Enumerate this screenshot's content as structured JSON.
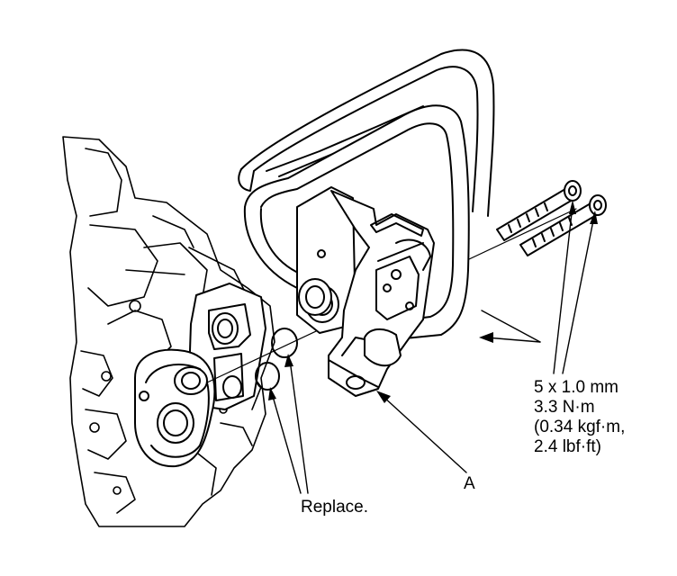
{
  "labels": {
    "part_a": "A",
    "replace": "Replace.",
    "bolt_spec": {
      "size": "5 x 1.0 mm",
      "torque_nm": "3.3 N·m",
      "torque_kgf": "(0.34 kgf·m,",
      "torque_lbf": "2.4 lbf·ft)"
    }
  },
  "colors": {
    "line": "#000000",
    "background": "#ffffff"
  }
}
